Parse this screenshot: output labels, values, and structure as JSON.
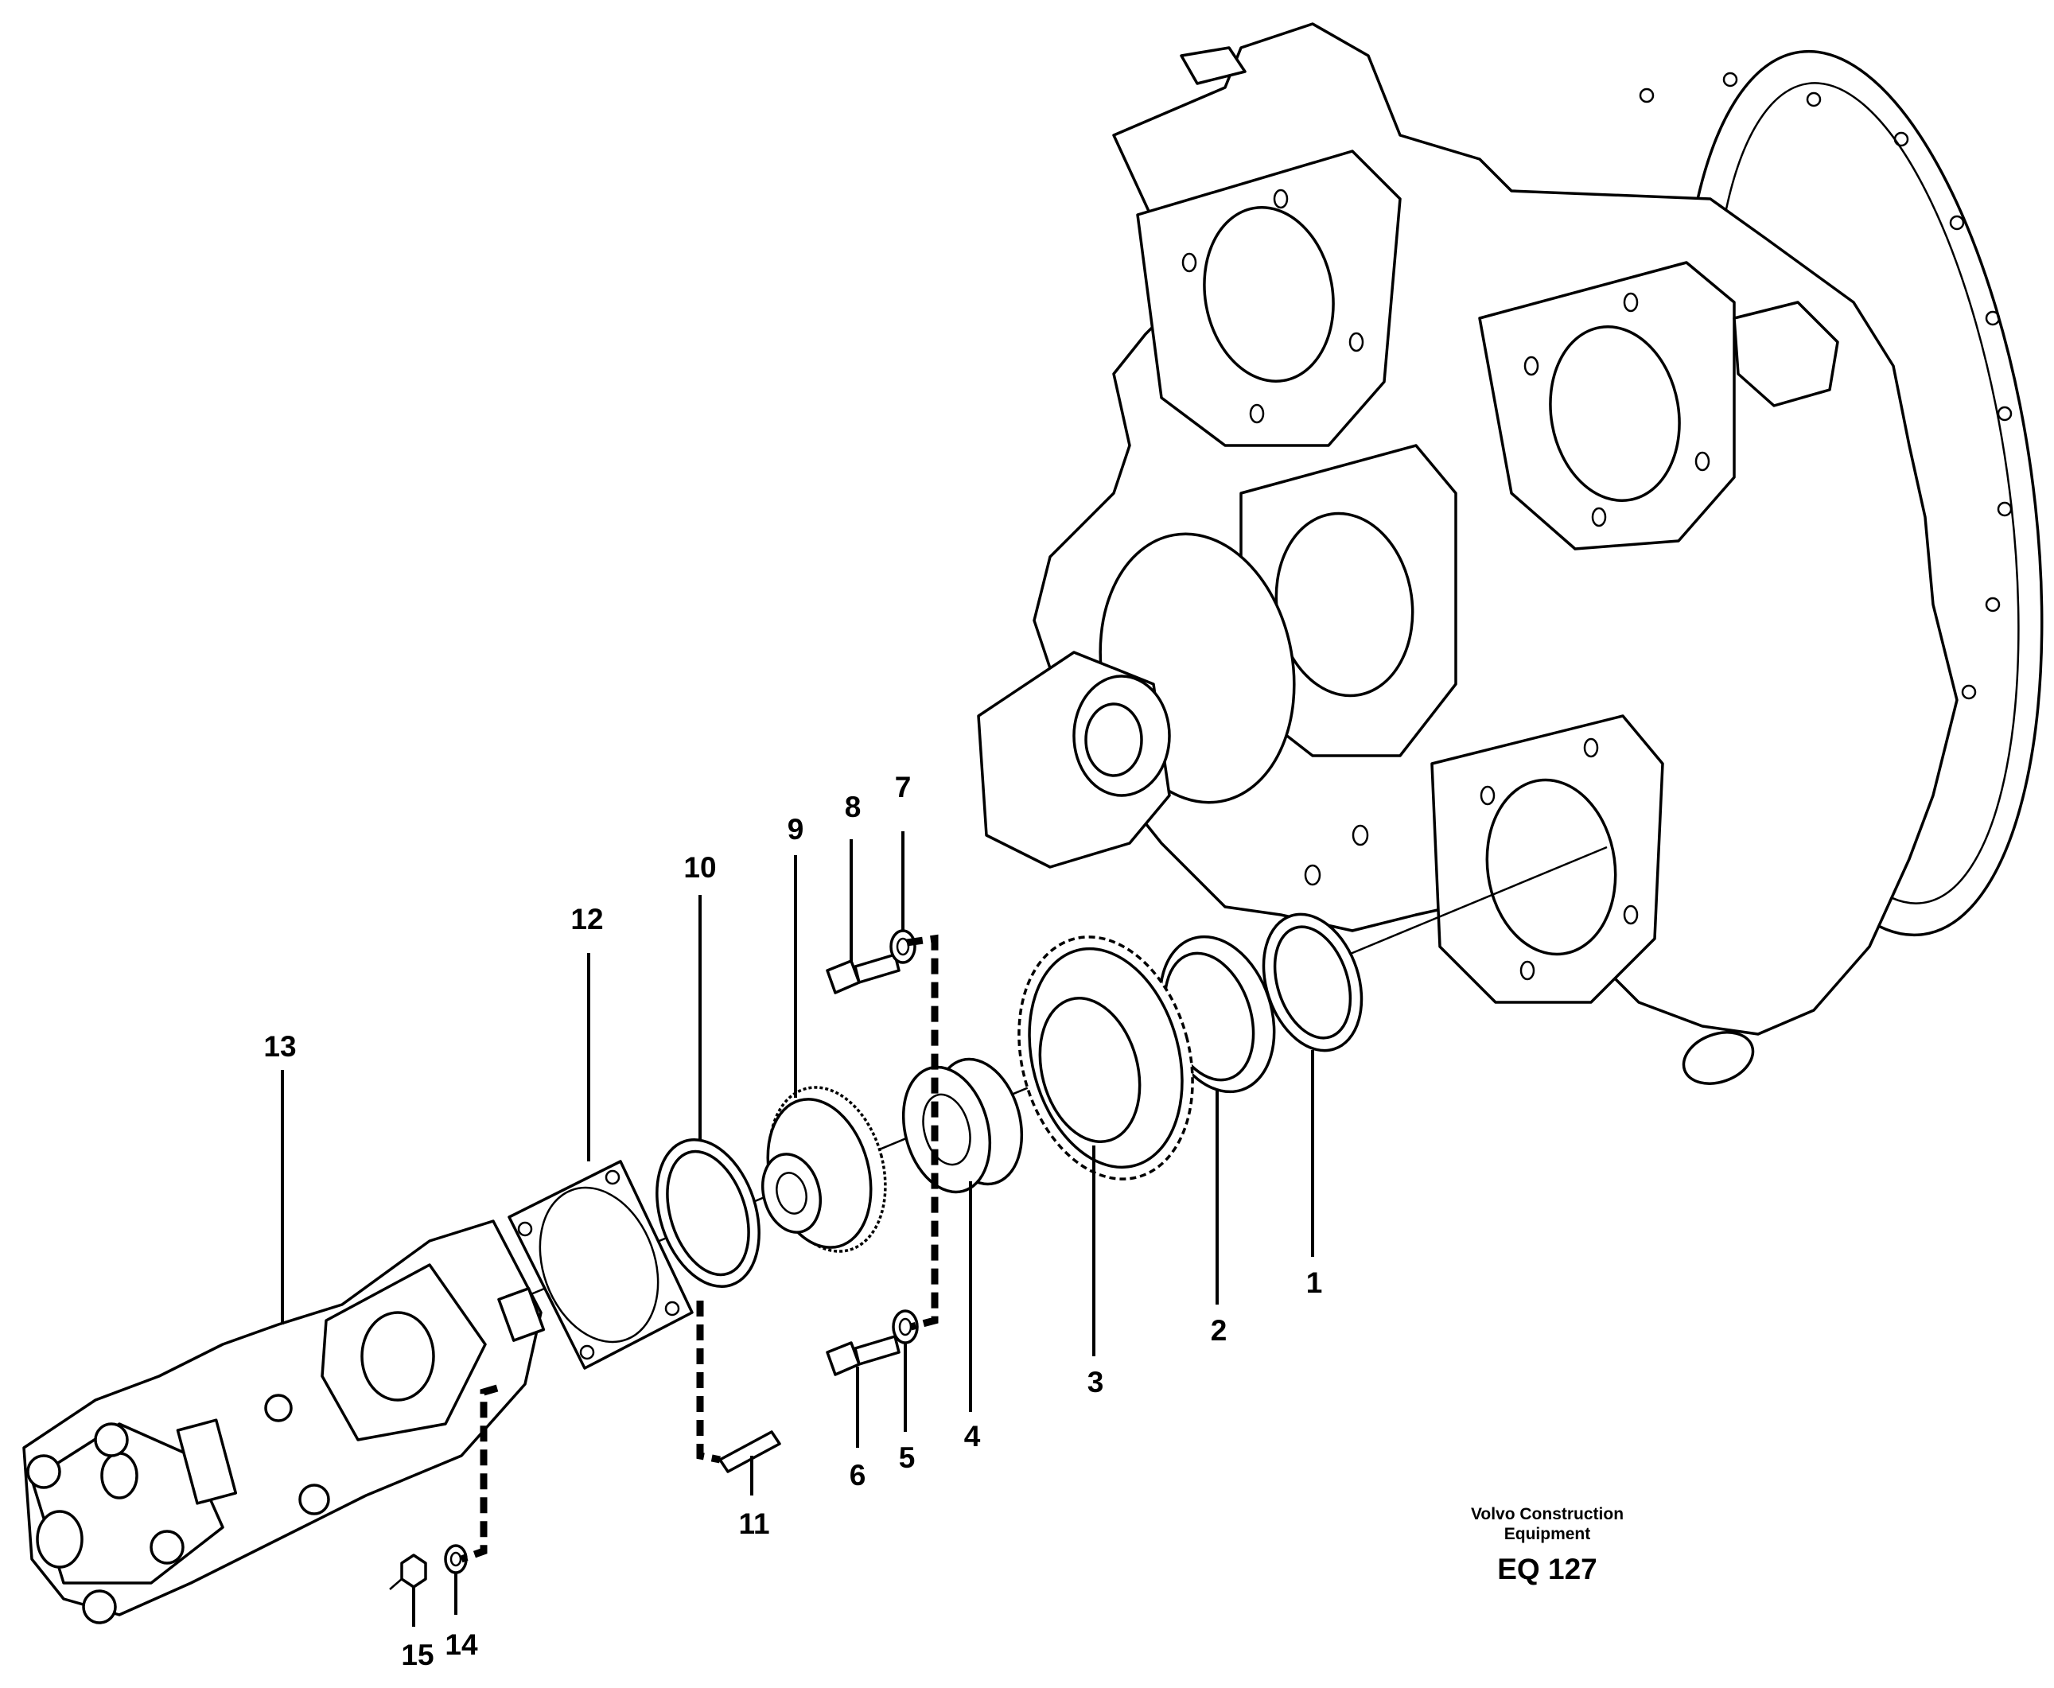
{
  "labels": {
    "p1": "1",
    "p2": "2",
    "p3": "3",
    "p4": "4",
    "p5": "5",
    "p6": "6",
    "p7": "7",
    "p8": "8",
    "p9": "9",
    "p10": "10",
    "p11": "11",
    "p12": "12",
    "p13": "13",
    "p14": "14",
    "p15": "15"
  },
  "caption": {
    "brand_line1": "Volvo Construction",
    "brand_line2": "Equipment",
    "code": "EQ 127"
  }
}
